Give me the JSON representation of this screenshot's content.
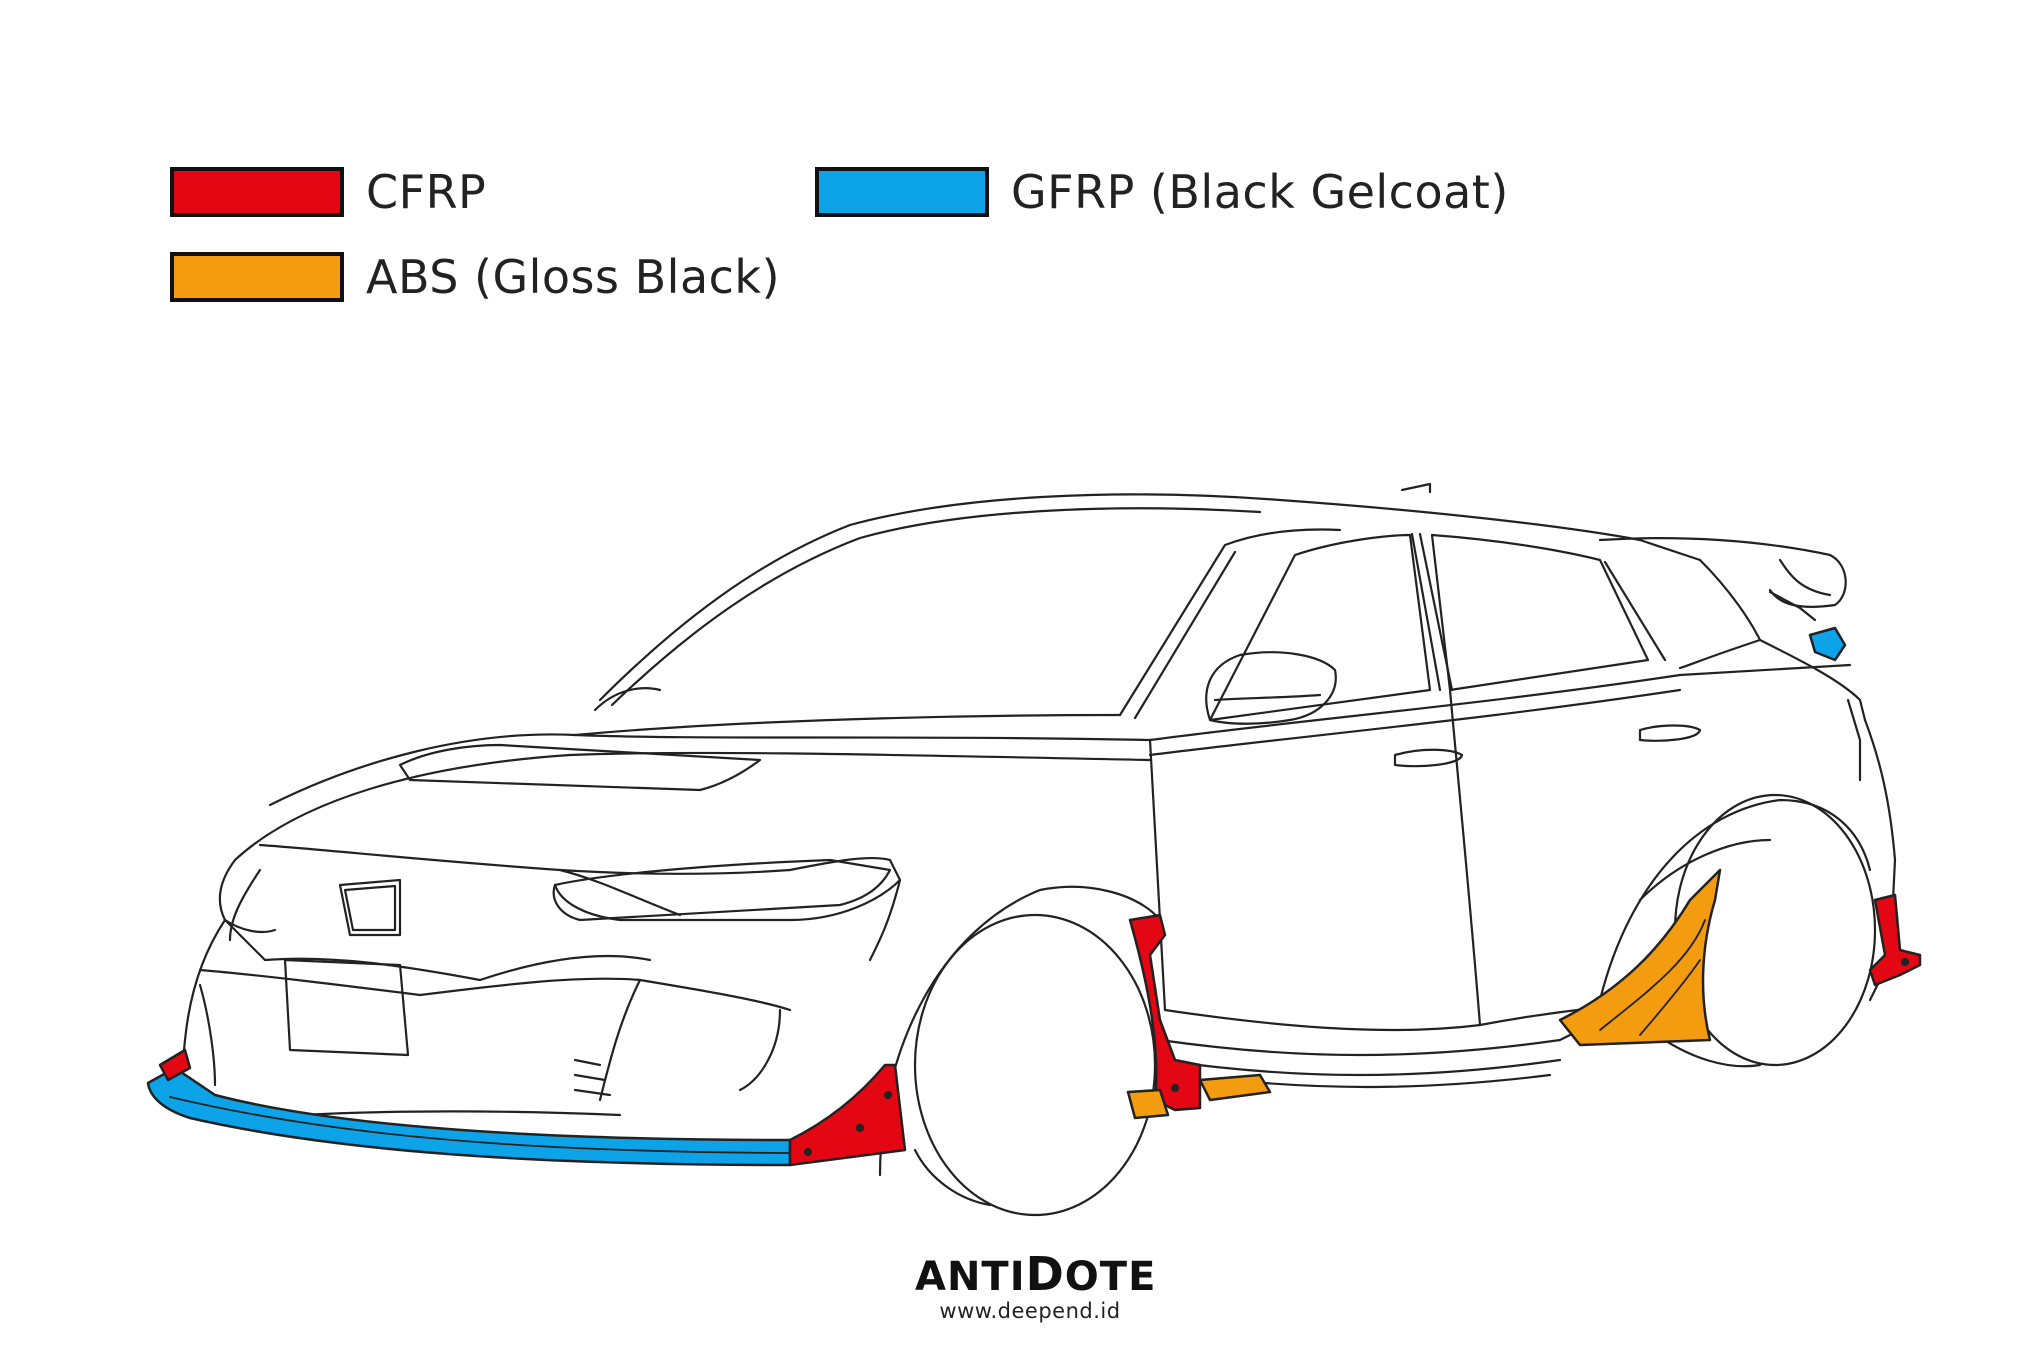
{
  "legend": {
    "items": [
      {
        "id": "cfrp",
        "label": "CFRP",
        "color": "#e30613"
      },
      {
        "id": "gfrp",
        "label": "GFRP (Black Gelcoat)",
        "color": "#0ca3e8"
      },
      {
        "id": "abs",
        "label": "ABS (Gloss Black)",
        "color": "#f39c0f"
      }
    ]
  },
  "brand": {
    "logo_prefix": "ANTI",
    "logo_mid": "D",
    "logo_suffix": "OTE",
    "url": "www.deepend.id"
  },
  "colors": {
    "outline": "#222222",
    "cfrp": "#e30613",
    "gfrp": "#0ca3e8",
    "abs": "#f39c0f"
  }
}
